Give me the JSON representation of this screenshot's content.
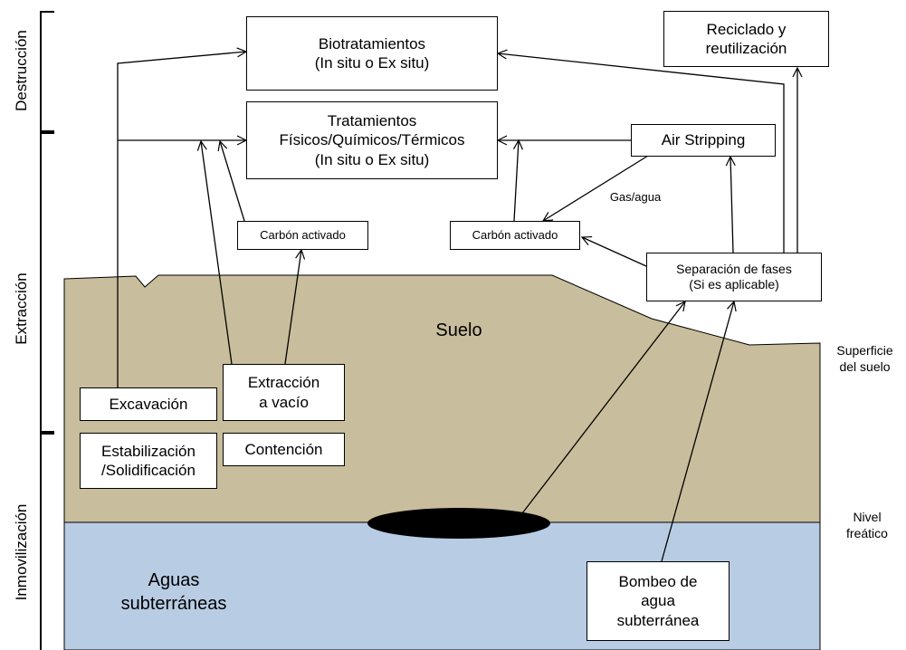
{
  "side_labels": {
    "destruccion": "Destrucción",
    "extraccion": "Extracción",
    "inmovilizacion": "Inmovilización"
  },
  "boxes": {
    "biotratamientos": "Biotratamientos\n(In situ o Ex situ)",
    "tratamientos": "Tratamientos\nFísicos/Químicos/Térmicos\n(In situ o Ex situ)",
    "reciclado": "Reciclado y\nreutilización",
    "air_stripping": "Air Stripping",
    "carbon_left": "Carbón activado",
    "carbon_right": "Carbón activado",
    "separacion": "Separación de fases\n(Si es aplicable)",
    "excavacion": "Excavación",
    "extraccion_vacio": "Extracción\na vacío",
    "estabilizacion": "Estabilización\n/Solidificación",
    "contencion": "Contención",
    "bombeo": "Bombeo de\nagua\nsubterránea"
  },
  "labels": {
    "gas_agua": "Gas/agua",
    "suelo": "Suelo",
    "superficie": "Superficie\ndel suelo",
    "nivel_freatico": "Nivel\nfreático",
    "aguas": "Aguas\nsubterráneas"
  },
  "colors": {
    "soil": "#c8bd9c",
    "water": "#b8cce4",
    "plume": "#000000"
  }
}
